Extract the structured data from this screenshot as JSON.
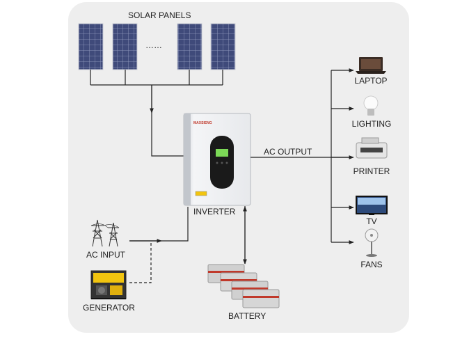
{
  "labels": {
    "solar_panels": "SOLAR PANELS",
    "dots": "……",
    "inverter": "INVERTER",
    "ac_output": "AC OUTPUT",
    "ac_input": "AC INPUT",
    "generator": "GENERATOR",
    "battery": "BATTERY"
  },
  "loads": [
    "LAPTOP",
    "LIGHTING",
    "PRINTER",
    "TV",
    "FANS"
  ],
  "inverter_brand": "MAXSIENG",
  "colors": {
    "background": "#eeeeee",
    "line": "#222222",
    "solar_cell": "#3f4a7a",
    "inverter_body": "#f2f3f5",
    "inverter_panel": "#1a1a1a",
    "lcd": "#7cd957",
    "battery": "#d0d0d0",
    "battery_stripe": "#c0392b"
  }
}
